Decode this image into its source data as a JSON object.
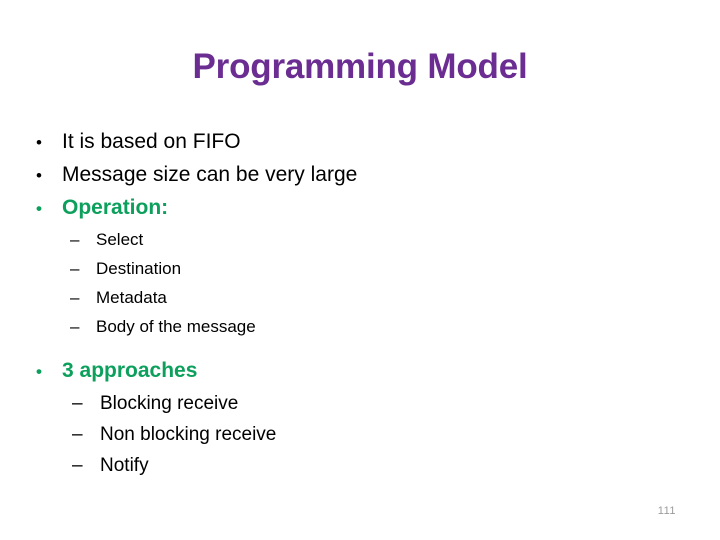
{
  "slide": {
    "title": "Programming Model",
    "background_color": "#FFFFFF",
    "title_color": "#6B2D91",
    "accent_color": "#0CA05C",
    "text_color": "#000000",
    "slide_number": "111",
    "slide_number_color": "#9A9A9A"
  },
  "content": {
    "bullets": [
      {
        "marker": "•",
        "text": "It is based on FIFO",
        "level": 1,
        "accent": false
      },
      {
        "marker": "•",
        "text": "Message size can be very large",
        "level": 1,
        "accent": false
      },
      {
        "marker": "•",
        "text": "Operation:",
        "level": 1,
        "accent": true
      }
    ],
    "sub_bullets_operation": [
      {
        "marker": "–",
        "text": "Select"
      },
      {
        "marker": "–",
        "text": "Destination"
      },
      {
        "marker": "–",
        "text": "Metadata"
      },
      {
        "marker": "–",
        "text": "Body of the message"
      }
    ],
    "approaches_heading": {
      "marker": "•",
      "text": "3 approaches",
      "accent": true
    },
    "sub_bullets_approaches": [
      {
        "marker": "–",
        "text": "Blocking receive"
      },
      {
        "marker": "–",
        "text": "Non blocking receive"
      },
      {
        "marker": "–",
        "text": "Notify"
      }
    ]
  }
}
